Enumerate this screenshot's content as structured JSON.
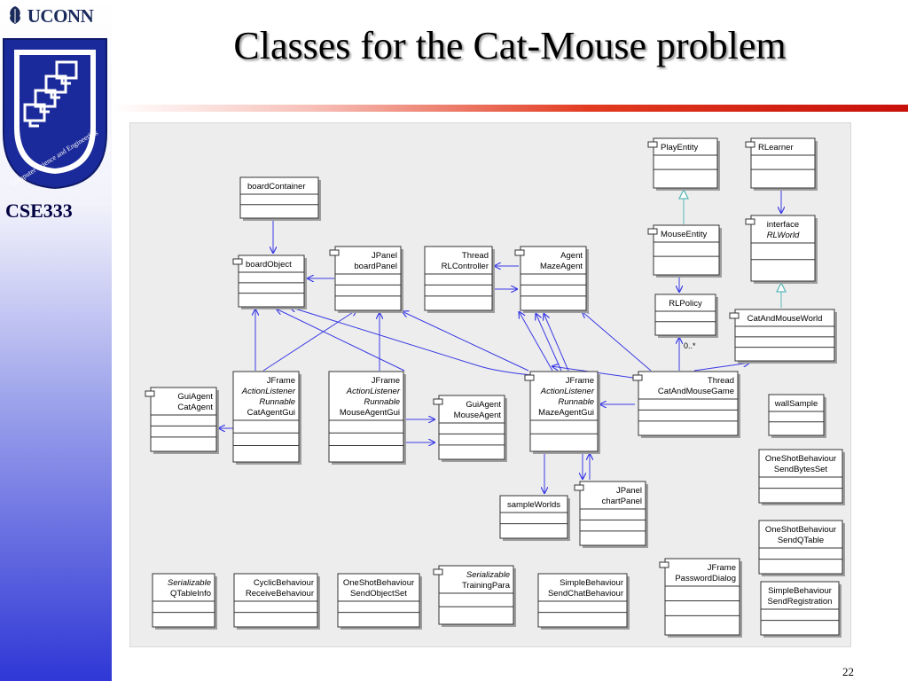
{
  "header": {
    "title": "Classes for the Cat-Mouse problem",
    "university": "UCONN",
    "course": "CSE333",
    "logo_text": "Computer Science and Engineering",
    "page_number": "22"
  },
  "colors": {
    "arrow": "#3a3ae6",
    "inherit": "#5cb8b8",
    "box_border": "#333333",
    "box_fill": "#ffffff"
  },
  "diagram": {
    "classes": [
      {
        "id": "playEntity",
        "lines": [
          "PlayEntity"
        ]
      },
      {
        "id": "rlearner",
        "lines": [
          "RLearner"
        ]
      },
      {
        "id": "boardContainer",
        "lines": [
          "boardContainer"
        ]
      },
      {
        "id": "mouseEntity",
        "lines": [
          "MouseEntity"
        ]
      },
      {
        "id": "rlWorld",
        "lines": [
          "interface",
          "RLWorld"
        ]
      },
      {
        "id": "boardObject",
        "lines": [
          "boardObject"
        ]
      },
      {
        "id": "boardPanel",
        "lines": [
          "JPanel",
          "boardPanel"
        ]
      },
      {
        "id": "rlController",
        "lines": [
          "Thread",
          "RLController"
        ]
      },
      {
        "id": "mazeAgent",
        "lines": [
          "Agent",
          "MazeAgent"
        ]
      },
      {
        "id": "rlPolicy",
        "lines": [
          "RLPolicy"
        ]
      },
      {
        "id": "catAndMouseWorld",
        "lines": [
          "CatAndMouseWorld"
        ]
      },
      {
        "id": "catAgent",
        "lines": [
          "GuiAgent",
          "CatAgent"
        ]
      },
      {
        "id": "catAgentGui",
        "lines": [
          "JFrame",
          "ActionListener",
          "Runnable",
          "CatAgentGui"
        ]
      },
      {
        "id": "mouseAgentGui",
        "lines": [
          "JFrame",
          "ActionListener",
          "Runnable",
          "MouseAgentGui"
        ]
      },
      {
        "id": "mouseAgent",
        "lines": [
          "GuiAgent",
          "MouseAgent"
        ]
      },
      {
        "id": "mazeAgentGui",
        "lines": [
          "JFrame",
          "ActionListener",
          "Runnable",
          "MazeAgentGui"
        ]
      },
      {
        "id": "catAndMouseGame",
        "lines": [
          "Thread",
          "CatAndMouseGame"
        ]
      },
      {
        "id": "wallSample",
        "lines": [
          "wallSample"
        ]
      },
      {
        "id": "sendBytesSet",
        "lines": [
          "OneShotBehaviour",
          "SendBytesSet"
        ]
      },
      {
        "id": "sampleWorlds",
        "lines": [
          "sampleWorlds"
        ]
      },
      {
        "id": "chartPanel",
        "lines": [
          "JPanel",
          "chartPanel"
        ]
      },
      {
        "id": "sendQTable",
        "lines": [
          "OneShotBehaviour",
          "SendQTable"
        ]
      },
      {
        "id": "qTableInfo",
        "lines": [
          "Serializable",
          "QTableInfo"
        ]
      },
      {
        "id": "receiveBehaviour",
        "lines": [
          "CyclicBehaviour",
          "ReceiveBehaviour"
        ]
      },
      {
        "id": "sendObjectSet",
        "lines": [
          "OneShotBehaviour",
          "SendObjectSet"
        ]
      },
      {
        "id": "trainingPara",
        "lines": [
          "Serializable",
          "TrainingPara"
        ]
      },
      {
        "id": "sendChatBehaviour",
        "lines": [
          "SimpleBehaviour",
          "SendChatBehaviour"
        ]
      },
      {
        "id": "passwordDialog",
        "lines": [
          "JFrame",
          "PasswordDialog"
        ]
      },
      {
        "id": "sendRegistration",
        "lines": [
          "SimpleBehaviour",
          "SendRegistration"
        ]
      }
    ],
    "multiplicity_label": "0..*"
  }
}
